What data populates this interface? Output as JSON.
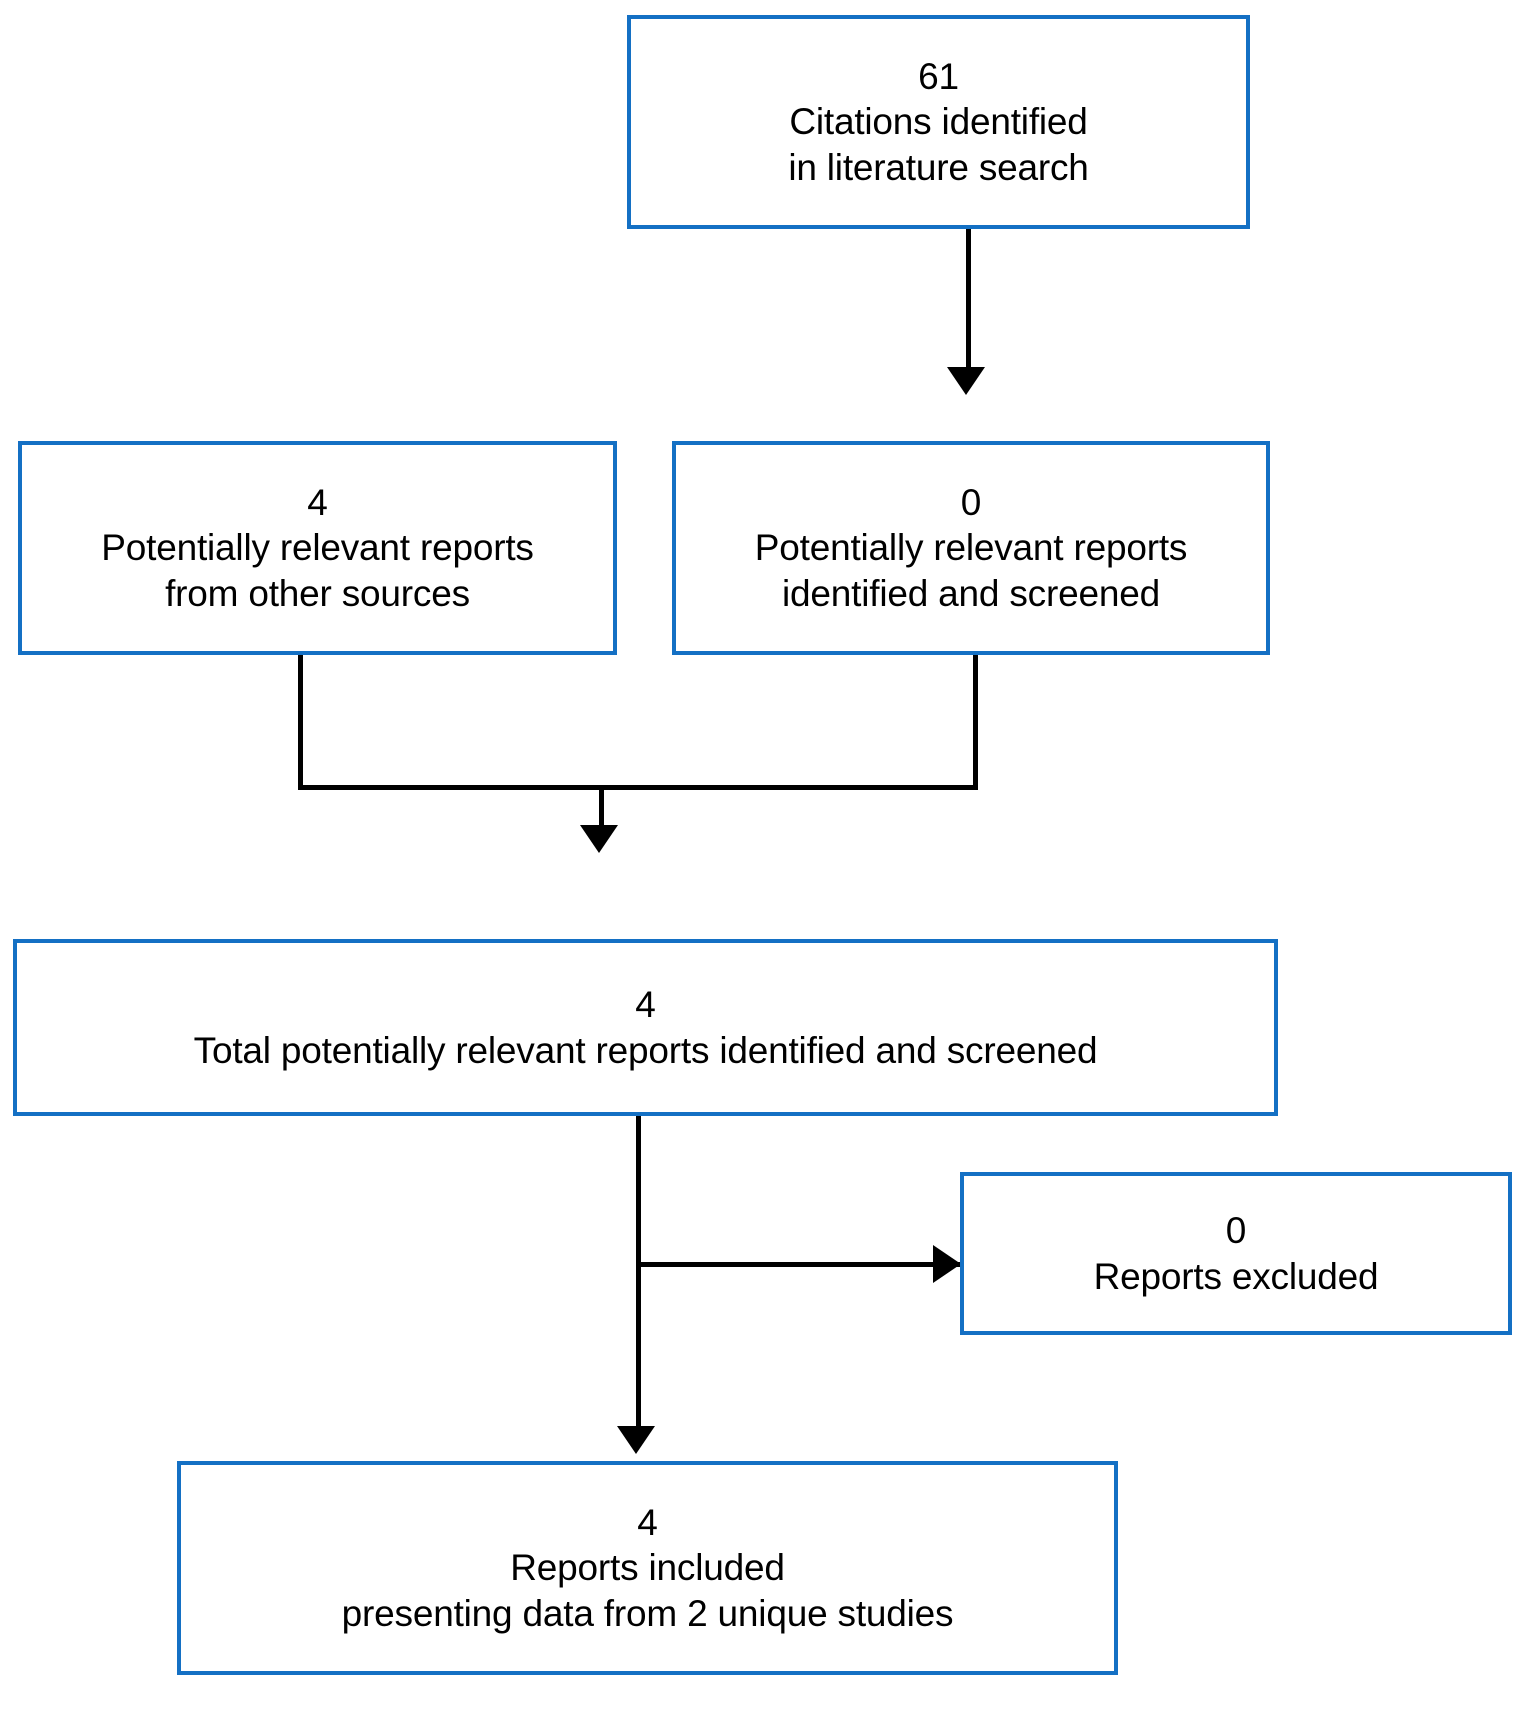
{
  "diagram": {
    "type": "prisma-flow-diagram",
    "colors": {
      "box_border": "#1470c4",
      "connector": "#000000",
      "background": "#ffffff",
      "text": "#000000"
    },
    "nodes": {
      "identified": {
        "count": "61",
        "line1": "Citations identified",
        "line2": "in literature search"
      },
      "other_sources": {
        "count": "4",
        "line1": "Potentially relevant reports",
        "line2": "from other sources"
      },
      "screened": {
        "count": "0",
        "line1": "Potentially relevant reports",
        "line2": "identified and screened"
      },
      "total_screened": {
        "count": "4",
        "line1": "Total potentially relevant reports identified and screened"
      },
      "excluded": {
        "count": "0",
        "line1": "Reports excluded"
      },
      "included": {
        "count": "4",
        "line1": "Reports included",
        "line2": "presenting data from 2 unique studies"
      }
    }
  }
}
